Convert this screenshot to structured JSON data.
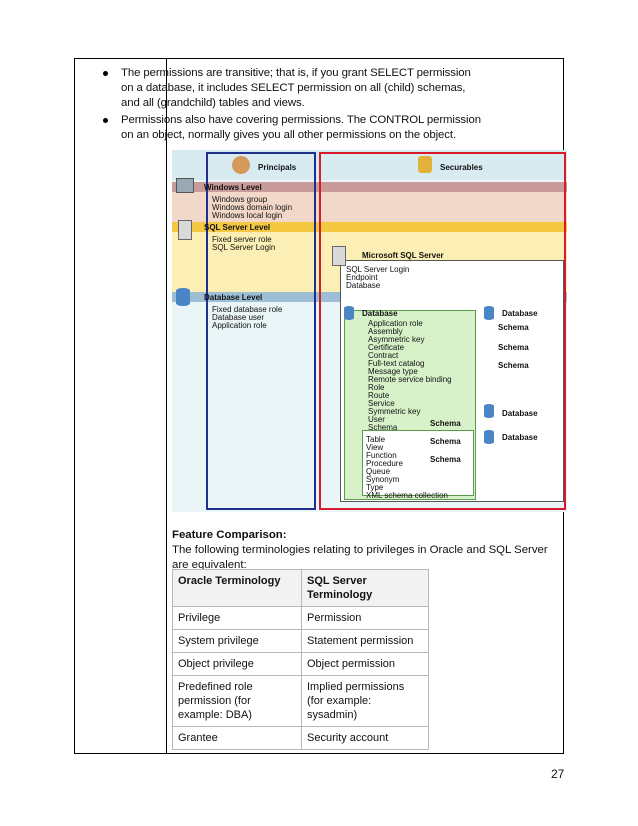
{
  "bullets": [
    "The permissions are transitive; that is, if you grant SELECT permission on a database, it includes SELECT permission on all (child) schemas, and all (grandchild) tables and views.",
    "Permissions also have covering permissions. The CONTROL permission on an object, normally gives you all other permissions on the object."
  ],
  "diagram": {
    "principals_label": "Principals",
    "securables_label": "Securables",
    "windows_level": "Windows Level",
    "windows_items": [
      "Windows group",
      "Windows domain login",
      "Windows local login"
    ],
    "sql_server_level": "SQL Server Level",
    "sql_server_items": [
      "Fixed server role",
      "SQL Server Login"
    ],
    "database_level": "Database Level",
    "database_items": [
      "Fixed database role",
      "Database user",
      "Application role"
    ],
    "ms_sql_server": "Microsoft SQL Server",
    "server_items": [
      "SQL Server Login",
      "Endpoint",
      "Database"
    ],
    "database_title": "Database",
    "database_securables": [
      "Application role",
      "Assembly",
      "Asymmetric key",
      "Certificate",
      "Contract",
      "Full-text catalog",
      "Message type",
      "Remote service binding",
      "Role",
      "Route",
      "Service",
      "Symmetric key",
      "User",
      "Schema"
    ],
    "schema_label": "Schema",
    "schema_items": [
      "Table",
      "View",
      "Function",
      "Procedure",
      "Queue",
      "Synonym",
      "Type",
      "XML schema collection"
    ]
  },
  "feature": {
    "title": "Feature Comparison:",
    "text": "The following terminologies relating to privileges in Oracle and SQL Server are equivalent:"
  },
  "table": {
    "headers": [
      "Oracle Terminology",
      "SQL Server Terminology"
    ],
    "rows": [
      [
        "Privilege",
        "Permission"
      ],
      [
        "System privilege",
        "Statement permission"
      ],
      [
        "Object privilege",
        "Object permission"
      ],
      [
        "Predefined role permission (for example: DBA)",
        "Implied permissions (for example: sysadmin)"
      ],
      [
        "Grantee",
        "Security account"
      ]
    ]
  },
  "page_number": "27"
}
